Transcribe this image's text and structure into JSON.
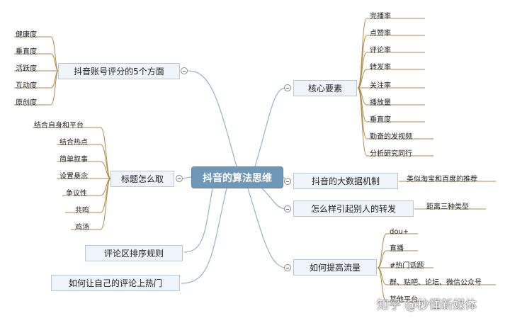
{
  "central": "抖音的算法思维",
  "branches": {
    "account_score": {
      "label": "抖音账号评分的5个方面",
      "items": [
        "健康度",
        "垂直度",
        "活跃度",
        "互动度",
        "原创度"
      ]
    },
    "title_naming": {
      "label": "标题怎么取",
      "items": [
        "结合自身和平台",
        "结合热点",
        "简单叙事",
        "设置悬念",
        "争议性",
        "共鸣",
        "鸡汤"
      ]
    },
    "comment_sort": {
      "label": "评论区排序规则"
    },
    "comment_hot": {
      "label": "如何让自己的评论上热门"
    },
    "core_elements": {
      "label": "核心要素",
      "items": [
        "完播率",
        "点赞率",
        "评论率",
        "转发率",
        "关注率",
        "播放量",
        "垂直度",
        "勤奋的发视频",
        "分析研究同行"
      ]
    },
    "big_data": {
      "label": "抖音的大数据机制",
      "items": [
        "类似淘宝和百度的推荐"
      ]
    },
    "forwarding": {
      "label": "怎么样引起别人的转发",
      "items": [
        "距离三种类型"
      ]
    },
    "traffic": {
      "label": "如何提高流量",
      "items": [
        "dou+",
        "直播",
        "#热门话题",
        "群、贴吧、论坛、微信公众号",
        "其他平台"
      ]
    }
  },
  "watermark": "知乎 @秒懂新媒体",
  "colors": {
    "central_fill": "#6e97b8",
    "node_fill": "#eef4f9",
    "connector": "#8fb4c9"
  }
}
